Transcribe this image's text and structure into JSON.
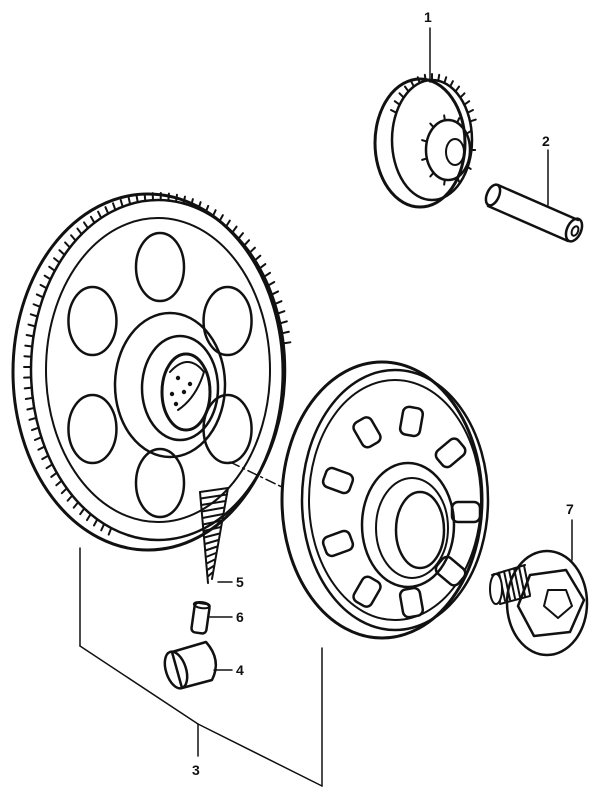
{
  "diagram": {
    "callouts": [
      {
        "id": "1",
        "label": "1"
      },
      {
        "id": "2",
        "label": "2"
      },
      {
        "id": "3",
        "label": "3"
      },
      {
        "id": "4",
        "label": "4"
      },
      {
        "id": "5",
        "label": "5"
      },
      {
        "id": "6",
        "label": "6"
      },
      {
        "id": "7",
        "label": "7"
      }
    ],
    "parts": [
      {
        "callout": "1",
        "icon": "idle-gear-icon"
      },
      {
        "callout": "2",
        "icon": "shaft-icon"
      },
      {
        "callout": "3",
        "icon": "starter-clutch-icon"
      },
      {
        "callout": "4",
        "icon": "roller-icon"
      },
      {
        "callout": "5",
        "icon": "spring-icon"
      },
      {
        "callout": "6",
        "icon": "plunger-icon"
      },
      {
        "callout": "7",
        "icon": "bolt-icon"
      }
    ]
  }
}
